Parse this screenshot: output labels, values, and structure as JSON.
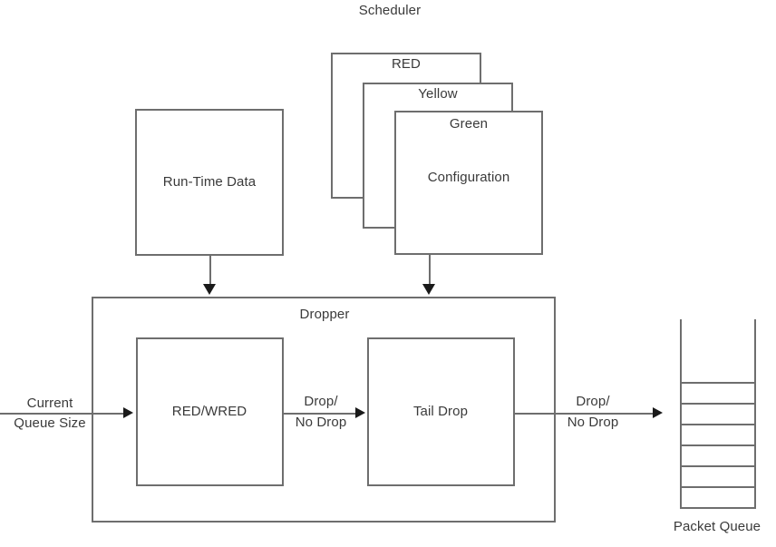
{
  "diagram": {
    "title_scheduler": "Scheduler",
    "nodes": {
      "runtime_data": "Run-Time Data",
      "config_red": "RED",
      "config_yellow": "Yellow",
      "config_green": "Green",
      "config_main": "Configuration",
      "dropper": "Dropper",
      "red_wred": "RED/WRED",
      "tail_drop": "Tail Drop",
      "packet_queue": "Packet Queue"
    },
    "edge_labels": {
      "input_line1": "Current",
      "input_line2": "Queue Size",
      "mid_line1": "Drop/",
      "mid_line2": "No Drop",
      "out_line1": "Drop/",
      "out_line2": "No Drop"
    },
    "colors": {
      "stroke": "#6e6e6e",
      "text": "#3a3a3a",
      "arrow": "#1a1a1a",
      "background": "#ffffff"
    },
    "queue": {
      "slot_count": 6
    }
  }
}
